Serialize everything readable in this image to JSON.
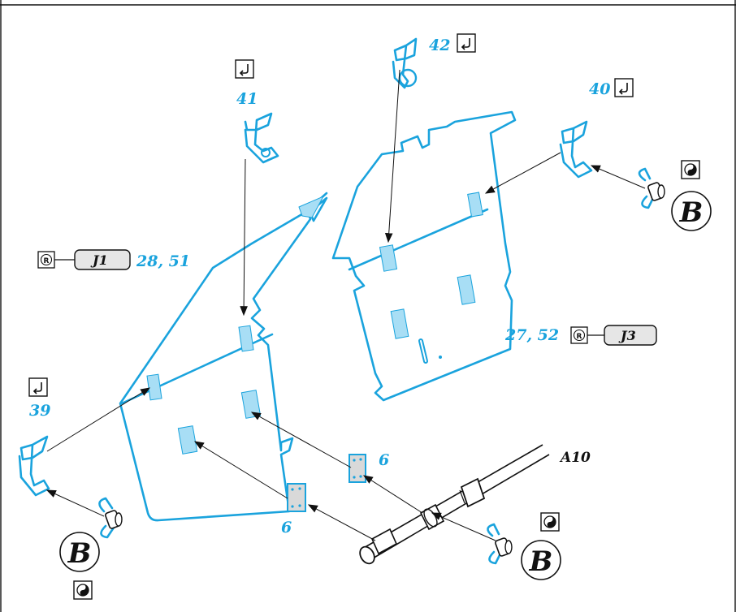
{
  "diagram": {
    "part_labels": {
      "p41": "41",
      "p42": "42",
      "p40": "40",
      "p39": "39",
      "p6a": "6",
      "p6b": "6",
      "a10": "A10"
    },
    "groups": {
      "left_panel": "28, 51",
      "right_panel": "27, 52"
    },
    "refs": {
      "left_ref": "J1",
      "right_ref": "J3"
    },
    "callouts": {
      "b_left": "B",
      "b_right_top": "B",
      "b_right_bottom": "B"
    },
    "colors": {
      "part_blue": "#1aa3dd",
      "tab_fill": "#a8def5",
      "ink": "#111111"
    },
    "icons": [
      "fold-icon",
      "glue-icon",
      "reverse-icon",
      "wing-nut-icon"
    ]
  }
}
